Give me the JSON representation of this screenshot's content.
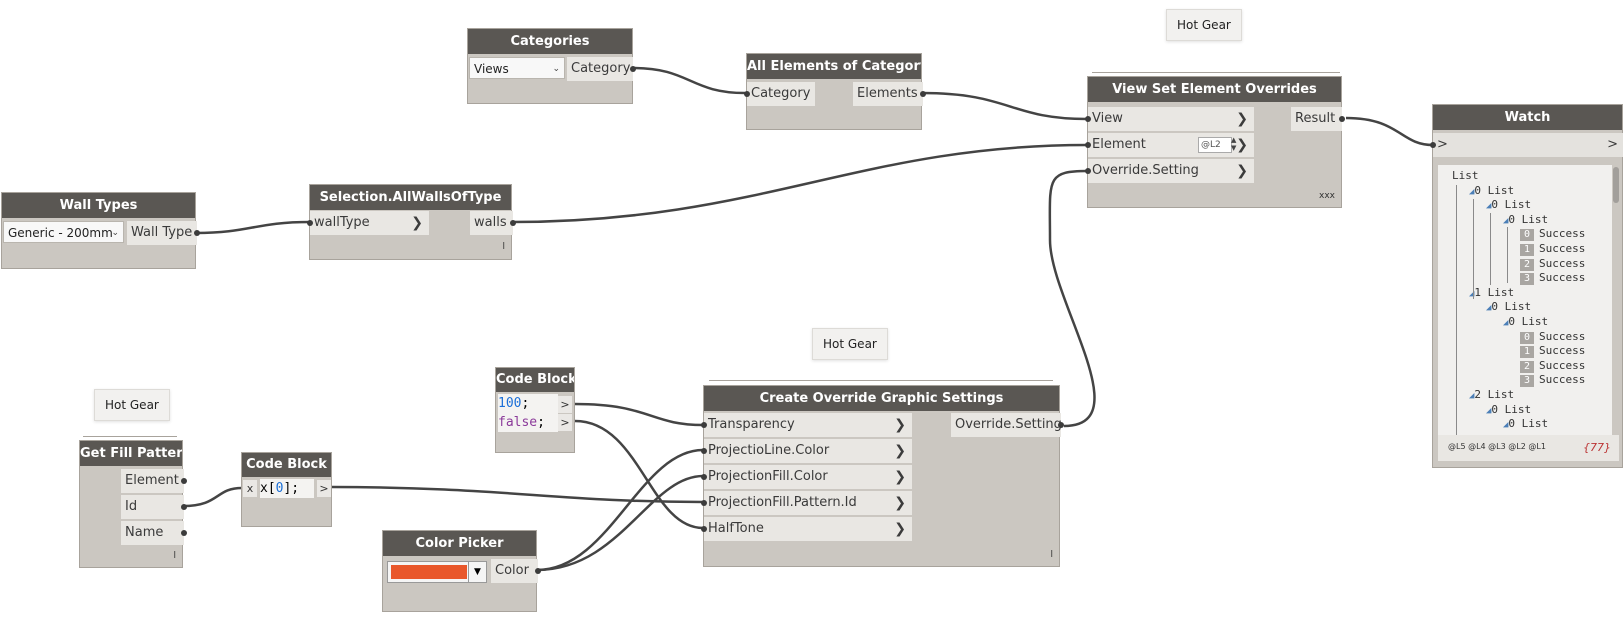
{
  "bubbles": {
    "top": "Hot Gear",
    "middle": "Hot Gear",
    "left": "Hot Gear"
  },
  "categories": {
    "title": "Categories",
    "dropdown": "Views",
    "output": "Category"
  },
  "all_elements": {
    "title": "All Elements of Category",
    "input": "Category",
    "output": "Elements"
  },
  "overrides": {
    "title": "View Set Element Overrides",
    "inputs": [
      "View",
      "Element",
      "Override.Setting"
    ],
    "output": "Result",
    "lacing_value": "@L2",
    "footer": "xxx"
  },
  "watch": {
    "title": "Watch",
    "in": ">",
    "out": ">",
    "tree": [
      {
        "d": 0,
        "t": "List",
        "tri": false
      },
      {
        "d": 1,
        "t": "0 List",
        "tri": true
      },
      {
        "d": 2,
        "t": "0 List",
        "tri": true
      },
      {
        "d": 3,
        "t": "0 List",
        "tri": true
      },
      {
        "d": 4,
        "i": "0",
        "t": "Success"
      },
      {
        "d": 4,
        "i": "1",
        "t": "Success"
      },
      {
        "d": 4,
        "i": "2",
        "t": "Success"
      },
      {
        "d": 4,
        "i": "3",
        "t": "Success"
      },
      {
        "d": 1,
        "t": "1 List",
        "tri": true
      },
      {
        "d": 2,
        "t": "0 List",
        "tri": true
      },
      {
        "d": 3,
        "t": "0 List",
        "tri": true
      },
      {
        "d": 4,
        "i": "0",
        "t": "Success"
      },
      {
        "d": 4,
        "i": "1",
        "t": "Success"
      },
      {
        "d": 4,
        "i": "2",
        "t": "Success"
      },
      {
        "d": 4,
        "i": "3",
        "t": "Success"
      },
      {
        "d": 1,
        "t": "2 List",
        "tri": true
      },
      {
        "d": 2,
        "t": "0 List",
        "tri": true
      },
      {
        "d": 3,
        "t": "0 List",
        "tri": true
      }
    ],
    "levels": "@L5 @L4 @L3 @L2 @L1",
    "count": "{77}"
  },
  "wall_types": {
    "title": "Wall Types",
    "dropdown": "Generic - 200mm",
    "output": "Wall Type"
  },
  "selection": {
    "title": "Selection.AllWallsOfType",
    "input": "wallType",
    "output": "walls",
    "footer": "l"
  },
  "code1": {
    "title": "Code Block",
    "line1_num": "100",
    "line1_end": ";",
    "line2_kw": "false",
    "line2_end": ";",
    "out": ">"
  },
  "code2": {
    "title": "Code Block",
    "in": "x",
    "pre": "x[",
    "idx": "0",
    "post": "];",
    "out": ">"
  },
  "fill_pattern": {
    "title": "Get Fill Pattern",
    "outputs": [
      "Element",
      "Id",
      "Name"
    ],
    "footer": "l"
  },
  "create_override": {
    "title": "Create Override Graphic Settings",
    "inputs": [
      "Transparency",
      "ProjectioLine.Color",
      "ProjectionFill.Color",
      "ProjectionFill.Pattern.Id",
      "HalfTone"
    ],
    "output": "Override.Setting",
    "footer": "l"
  },
  "color_picker": {
    "title": "Color Picker",
    "output": "Color",
    "swatch": "#e9572b"
  },
  "colors": {
    "header": "#5a5753",
    "body": "#cbc7c1",
    "port": "#e9e7e3",
    "wire": "#444444"
  }
}
